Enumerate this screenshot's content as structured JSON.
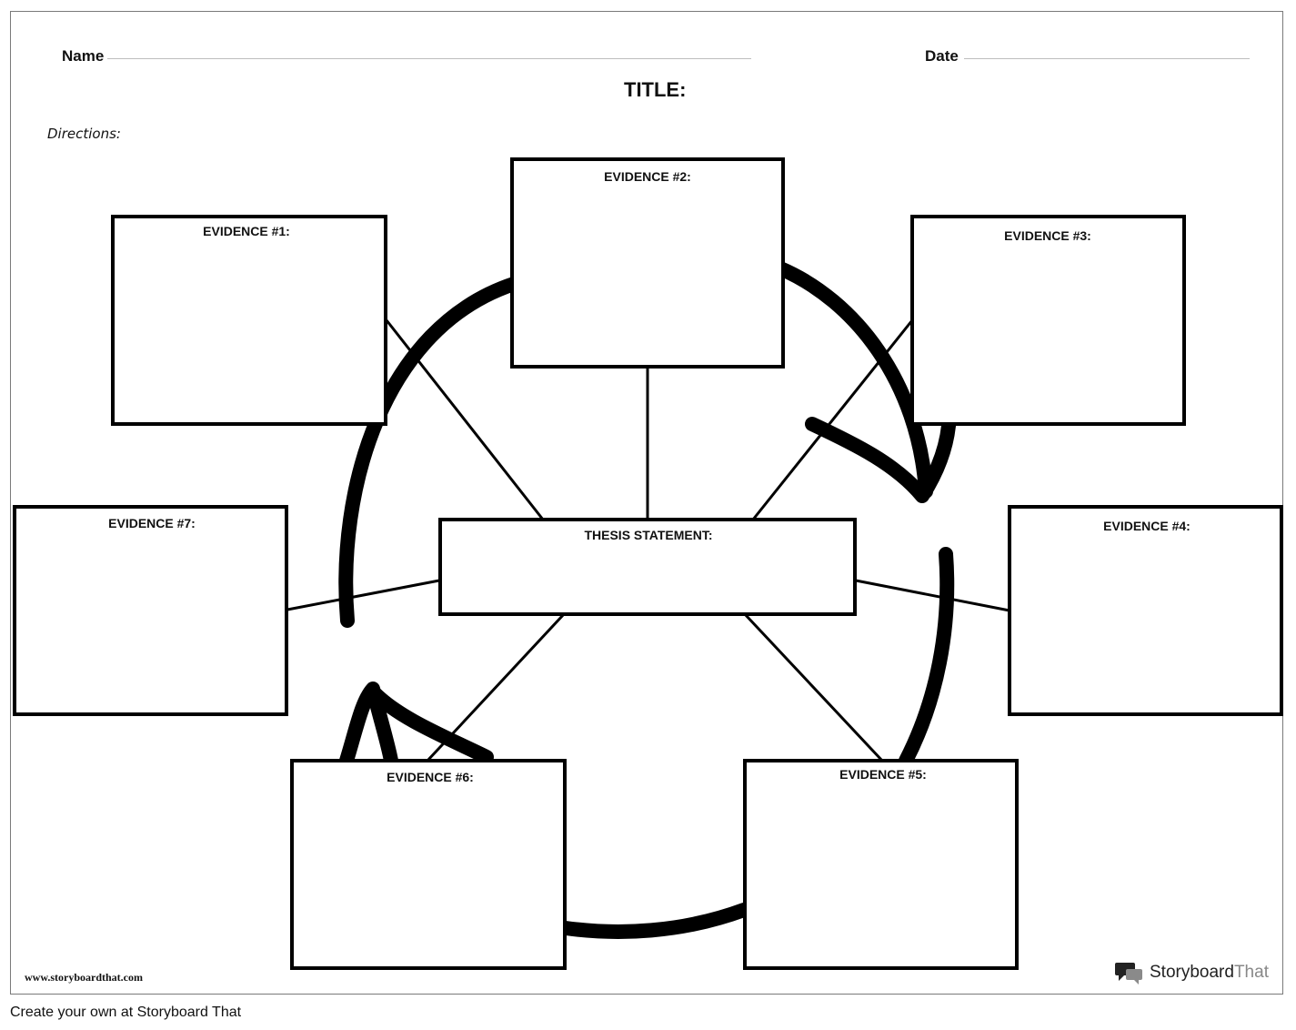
{
  "header": {
    "name_label": "Name",
    "date_label": "Date",
    "title_label": "TITLE:",
    "directions_label": "Directions:"
  },
  "boxes": {
    "evidence1": "EVIDENCE #1:",
    "evidence2": "EVIDENCE #2:",
    "evidence3": "EVIDENCE #3:",
    "evidence4": "EVIDENCE #4:",
    "evidence5": "EVIDENCE #5:",
    "evidence6": "EVIDENCE #6:",
    "evidence7": "EVIDENCE #7:",
    "thesis": "THESIS STATEMENT:"
  },
  "footer": {
    "site_url": "www.storyboardthat.com",
    "brand_name": "Storyboard",
    "brand_suffix": "That",
    "create_text": "Create your own at Storyboard That"
  }
}
